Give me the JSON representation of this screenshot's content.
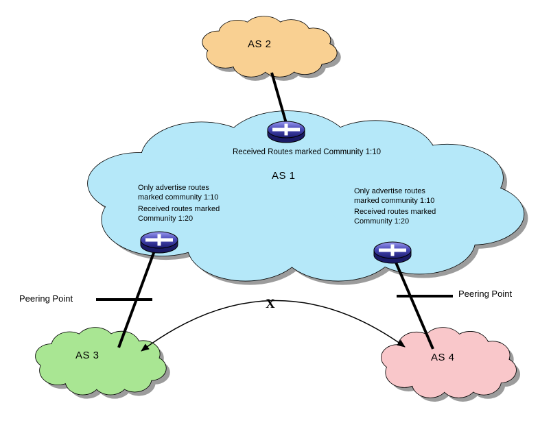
{
  "clouds": {
    "as1": {
      "label": "AS 1"
    },
    "as2": {
      "label": "AS 2"
    },
    "as3": {
      "label": "AS 3"
    },
    "as4": {
      "label": "AS 4"
    }
  },
  "annotations": {
    "top_router": "Received Routes marked Community 1:10",
    "left_advertise": "Only advertise routes\nmarked community 1:10",
    "left_received": "Received routes marked\nCommunity 1:20",
    "right_advertise": "Only advertise routes\nmarked community 1:10",
    "right_received": "Received routes marked\nCommunity 1:20",
    "peering_left": "Peering Point",
    "peering_right": "Peering Point",
    "blocked_marker": "X"
  },
  "colors": {
    "as1_fill": "#b5e8f9",
    "as2_fill": "#f9d092",
    "as3_fill": "#a9e693",
    "as4_fill": "#f9c7ca",
    "shadow": "#9c9c9c",
    "line": "#000000"
  }
}
